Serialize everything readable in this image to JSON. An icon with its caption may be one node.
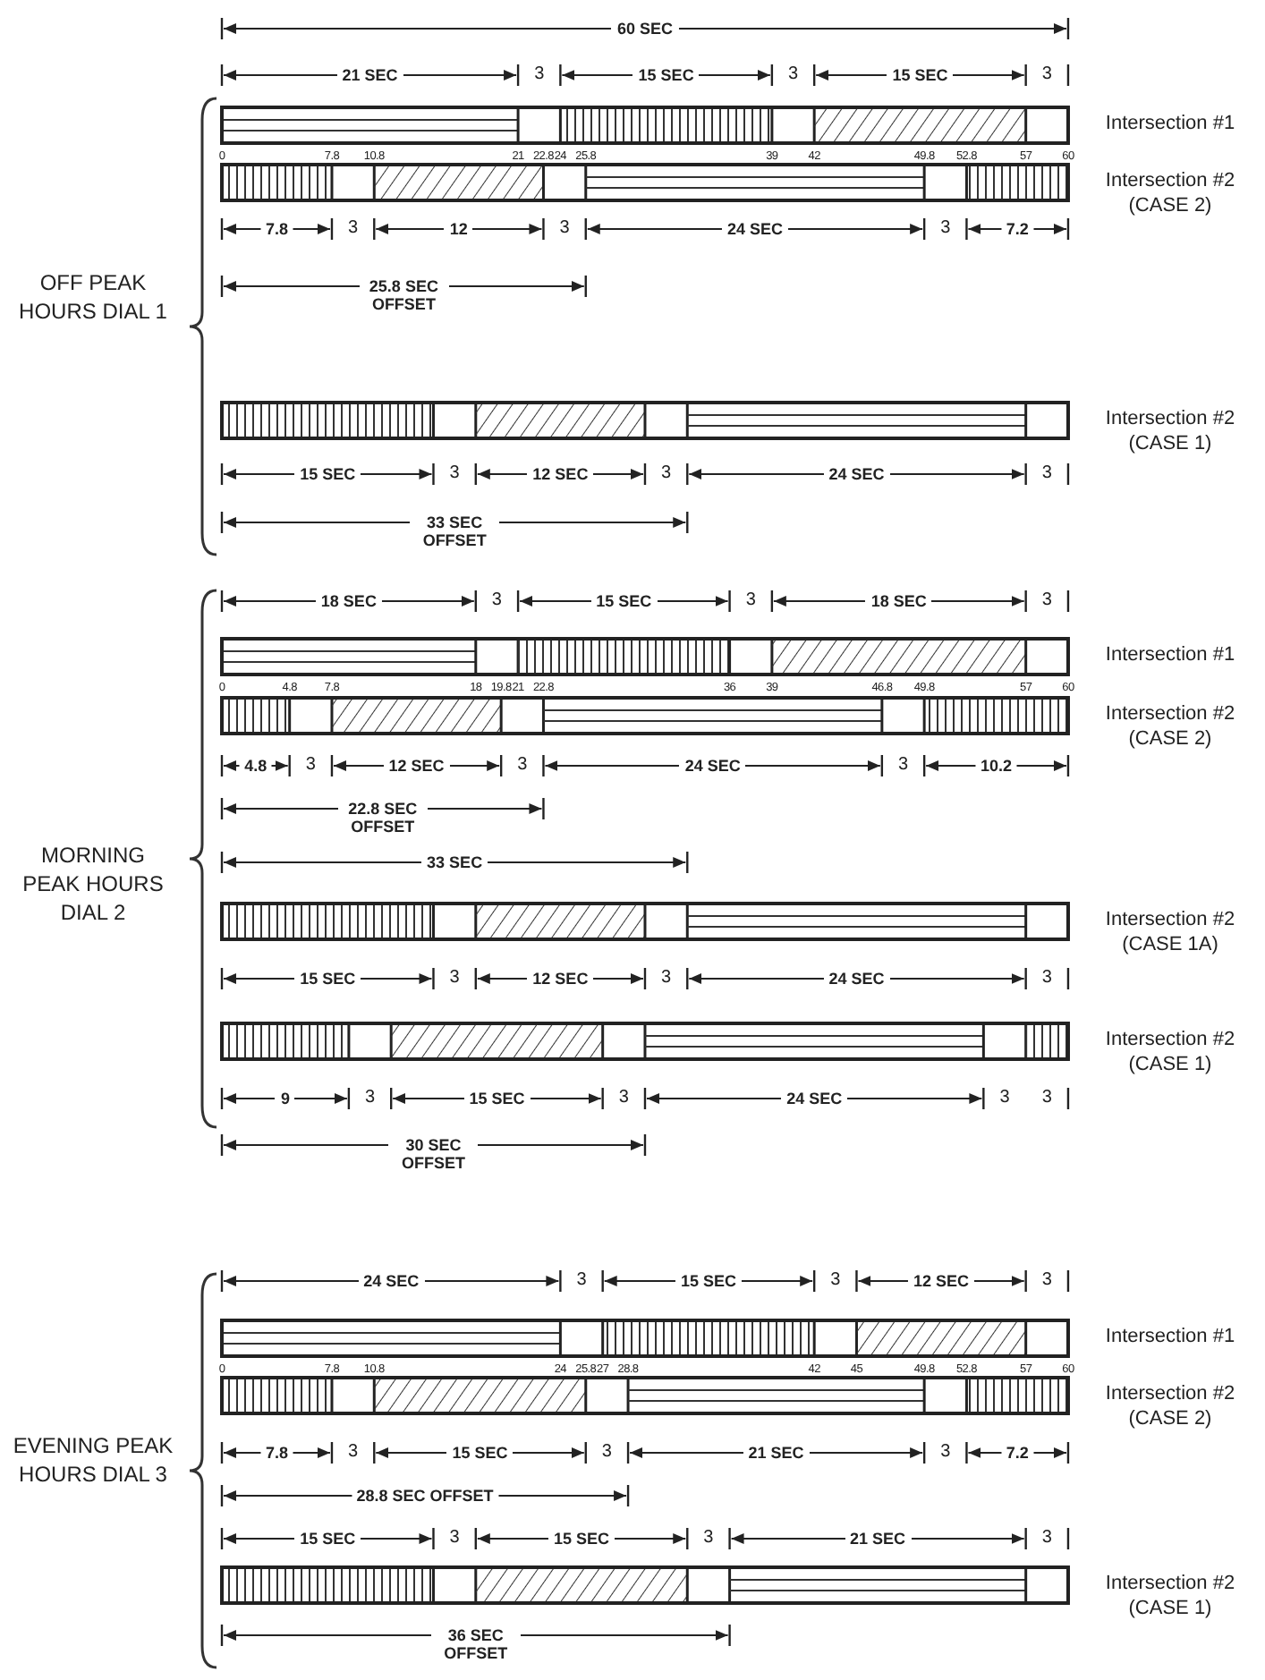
{
  "diagram": {
    "labels": [
      "60 SEC",
      "21 SEC",
      "3",
      "15 SEC",
      "3",
      "15 SEC",
      "3",
      "Intersection #1",
      "0",
      "7.8",
      "10.8",
      "21",
      "22.8",
      "24",
      "25.8",
      "39",
      "42",
      "49.8",
      "52.8",
      "57",
      "60",
      "Intersection #2 (CASE 2)",
      "7.8",
      "3",
      "12",
      "3",
      "24 SEC",
      "3",
      "7.2",
      "OFF PEAK HOURS DIAL 1",
      "25.8 SEC OFFSET",
      "Intersection #2 (CASE 1)",
      "15 SEC",
      "3",
      "12 SEC",
      "3",
      "24 SEC",
      "3",
      "33 SEC OFFSET",
      "18 SEC",
      "3",
      "15 SEC",
      "3",
      "18 SEC",
      "3",
      "Intersection #1",
      "0",
      "4.8",
      "7.8",
      "18",
      "19.8",
      "21",
      "22.8",
      "36",
      "39",
      "46.8",
      "49.8",
      "57",
      "60",
      "Intersection #2 (CASE 2)",
      "4.8",
      "3",
      "12 SEC",
      "3",
      "24 SEC",
      "3",
      "10.2",
      "22.8 SEC OFFSET",
      "MORNING PEAK HOURS DIAL 2",
      "33 SEC",
      "Intersection #2 (CASE 1A)",
      "15 SEC",
      "3",
      "12 SEC",
      "3",
      "24 SEC",
      "3",
      "Intersection #2 (CASE 1)",
      "9",
      "3",
      "15 SEC",
      "3",
      "24 SEC",
      "3",
      "3",
      "30 SEC OFFSET",
      "24 SEC",
      "3",
      "15 SEC",
      "3",
      "12 SEC",
      "3",
      "Intersection #1",
      "0",
      "7.8",
      "10.8",
      "24",
      "25.8",
      "27",
      "28.8",
      "42",
      "45",
      "49.8",
      "52.8",
      "57",
      "60",
      "Intersection #2 (CASE 2)",
      "7.8",
      "3",
      "15 SEC",
      "3",
      "21 SEC",
      "3",
      "7.2",
      "EVENING PEAK HOURS DIAL 3",
      "28.8 SEC OFFSET",
      "15 SEC",
      "3",
      "15 SEC",
      "3",
      "21 SEC",
      "3",
      "Intersection #2 (CASE 1)",
      "36 SEC OFFSET"
    ]
  }
}
